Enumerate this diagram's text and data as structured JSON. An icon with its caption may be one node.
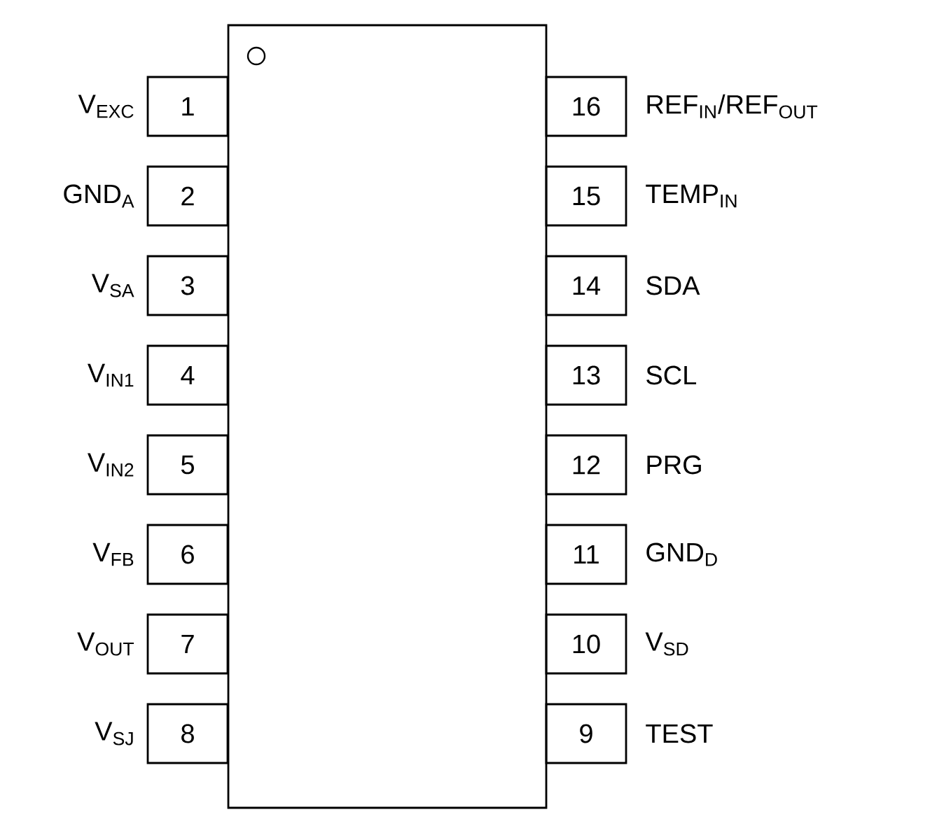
{
  "diagram": {
    "nodes": [
      {
        "text": [],
        "shape": "box"
      },
      {
        "text": [
          "1"
        ],
        "beside": [
          "V$_{EXC}$"
        ]
      },
      {
        "text": [
          "2"
        ],
        "beside": [
          "GND$_{A}$"
        ]
      },
      {
        "text": [
          "3"
        ],
        "beside": [
          "V$_{SA}$"
        ]
      },
      {
        "text": [
          "4"
        ],
        "beside": [
          "V$_{IN1}$"
        ]
      },
      {
        "text": [
          "5"
        ],
        "beside": [
          "V$_{IN2}$"
        ]
      },
      {
        "text": [
          "6"
        ],
        "beside": [
          "V$_{FB}$"
        ]
      },
      {
        "text": [
          "7"
        ],
        "beside": [
          "V$_{OUT}$"
        ]
      },
      {
        "text": [
          "8"
        ],
        "beside": [
          "V$_{SJ}$"
        ]
      },
      {
        "text": [
          "9"
        ],
        "beside": [
          "TEST"
        ]
      },
      {
        "text": [
          "10"
        ],
        "beside": [
          "V$_{SD}$"
        ]
      },
      {
        "text": [
          "11"
        ],
        "beside": [
          "GND$_{D}$"
        ]
      },
      {
        "text": [
          "12"
        ],
        "beside": [
          "PRG"
        ]
      },
      {
        "text": [
          "13"
        ],
        "beside": [
          "SCL"
        ]
      },
      {
        "text": [
          "14"
        ],
        "beside": [
          "SDA"
        ]
      },
      {
        "text": [
          "15"
        ],
        "beside": [
          "TEMP$_{IN}$"
        ]
      },
      {
        "text": [
          "16"
        ],
        "beside": [
          "REF$_{IN}$/REF$_{OUT}$"
        ]
      }
    ]
  }
}
